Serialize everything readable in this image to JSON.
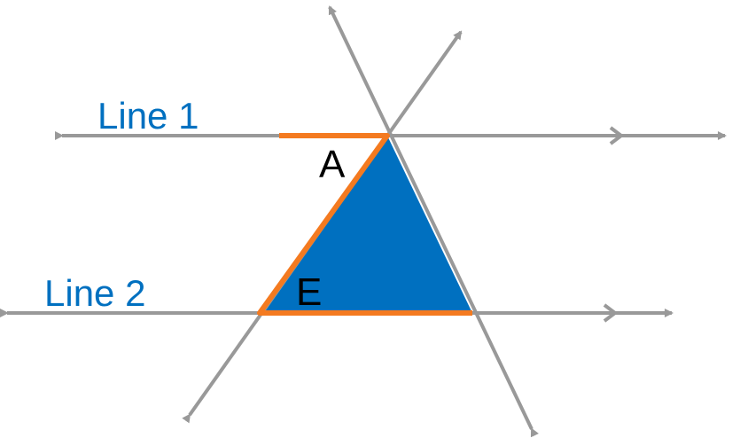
{
  "labels": {
    "line1": "Line 1",
    "line2": "Line 2",
    "angle_a": "A",
    "angle_e": "E"
  },
  "colors": {
    "line": "#999999",
    "label_blue": "#0070C0",
    "triangle_fill": "#0070C0",
    "highlight": "#F47A20",
    "angle_text": "#000000"
  }
}
